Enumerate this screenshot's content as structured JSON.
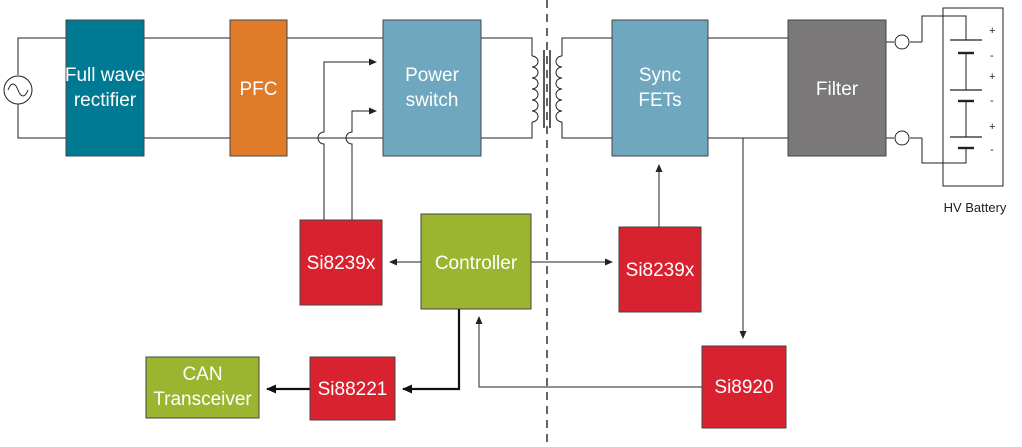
{
  "colors": {
    "rectifier": "#007a93",
    "pfc": "#e07b2a",
    "power_switch": "#6fa7bf",
    "sync_fets": "#6fa7bf",
    "filter": "#7a7878",
    "si_isolator": "#d9222f",
    "controller": "#9cb531",
    "can": "#9cb531",
    "wire": "#222222"
  },
  "blocks": {
    "rectifier": [
      "Full wave",
      "rectifier"
    ],
    "pfc": [
      "PFC"
    ],
    "power_switch": [
      "Power",
      "switch"
    ],
    "sync_fets": [
      "Sync",
      "FETs"
    ],
    "filter": [
      "Filter"
    ],
    "si8239x_left": [
      "Si8239x"
    ],
    "controller": [
      "Controller"
    ],
    "si8239x_right": [
      "Si8239x"
    ],
    "can": [
      "CAN",
      "Transceiver"
    ],
    "si88221": [
      "Si88221"
    ],
    "si8920": [
      "Si8920"
    ]
  },
  "battery": {
    "label": "HV Battery",
    "cell_plus": "+",
    "cell_minus": "-"
  },
  "icons": {
    "ac_source": "ac-source-icon",
    "transformer": "transformer-icon"
  }
}
